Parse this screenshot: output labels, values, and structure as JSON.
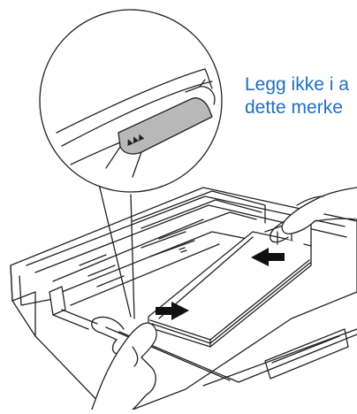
{
  "caption": {
    "line1": "Legg ikke i a",
    "line2": "dette merke"
  },
  "markers": {
    "height_limit_symbol": "▲▲▲"
  },
  "colors": {
    "caption_text": "#1f6fc0",
    "outline": "#222222",
    "tray_face": "#ffffff",
    "guide_tab": "#b9b9b9",
    "arrow": "#111111"
  },
  "icons": [
    "magnifier-callout",
    "paper-width-guide",
    "paper-length-guide",
    "arrow-left",
    "arrow-right",
    "hand-left",
    "hand-right"
  ]
}
